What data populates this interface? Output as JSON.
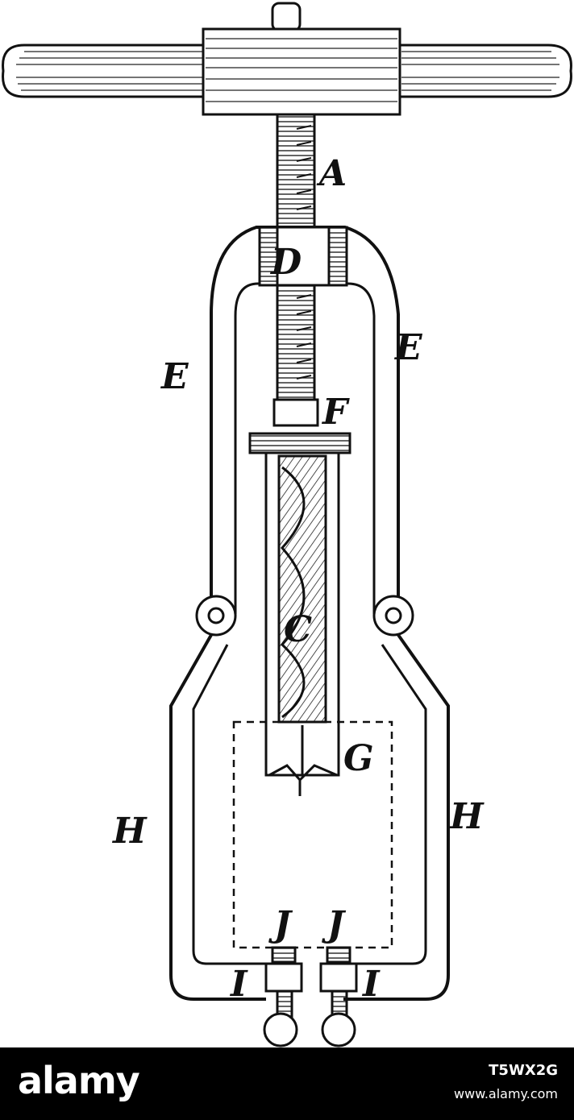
{
  "diagram": {
    "labels": {
      "A": "A",
      "C": "C",
      "D": "D",
      "E_left": "E",
      "E_right": "E",
      "F": "F",
      "G": "G",
      "H_left": "H",
      "H_right": "H",
      "I_left": "I",
      "I_right": "I",
      "J_left": "J",
      "J_right": "J"
    }
  },
  "footer": {
    "brand": "alamy",
    "image_id": "T5WX2G",
    "url": "www.alamy.com"
  },
  "colors": {
    "ink": "#111111",
    "paper": "#ffffff",
    "footer_bg": "#000000"
  }
}
